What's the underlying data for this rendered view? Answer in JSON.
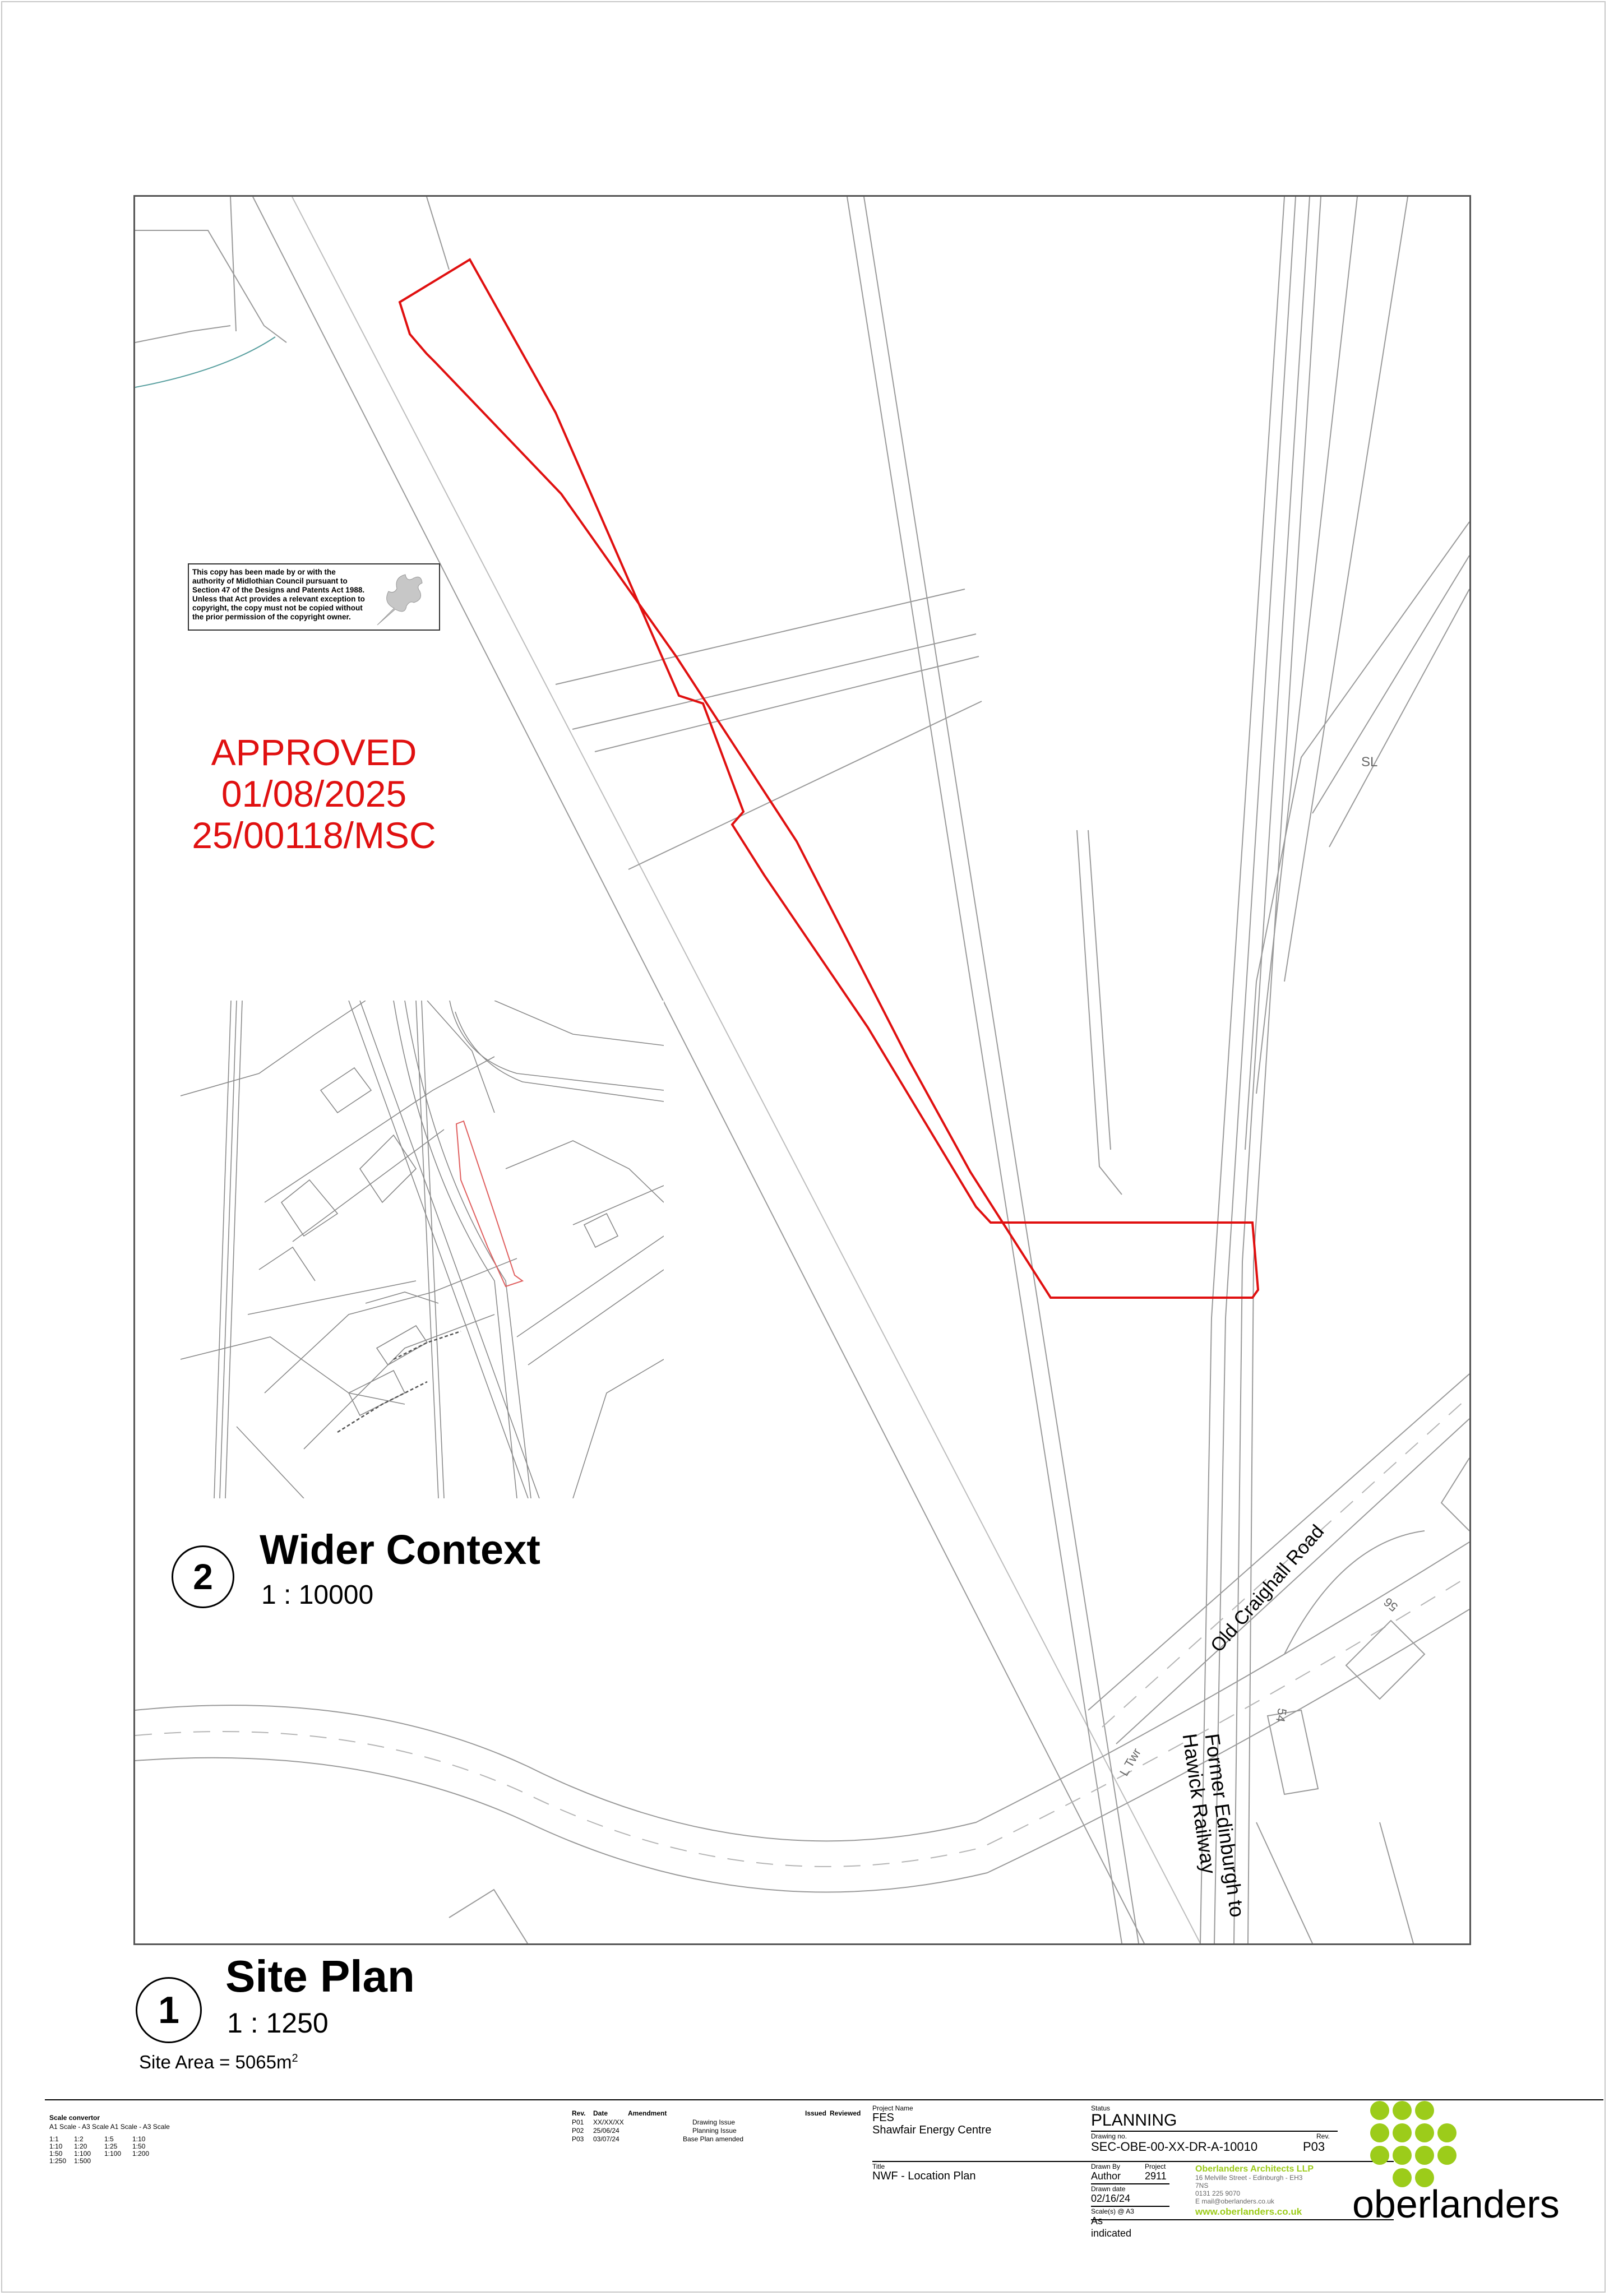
{
  "approval_stamp": {
    "line1": "APPROVED",
    "line2": "01/08/2025",
    "line3": "25/00118/MSC"
  },
  "copyright_notice": "This copy has been made by or with the authority of Midlothian Council pursuant to Section 47 of the Designs and Patents Act 1988. Unless that Act provides a relevant exception to copyright, the copy must not be copied without the prior permission of the copyright owner.",
  "map_labels": {
    "old_craighall_road": "Old Craighall Road",
    "former_railway_line1": "Former Edinburgh to",
    "former_railway_line2": "Hawick Railway",
    "sl": "SL",
    "lt_twr": "L Twr",
    "num_56": "56",
    "num_54": "54"
  },
  "views": [
    {
      "number": "2",
      "title": "Wider Context",
      "scale": "1 : 10000"
    },
    {
      "number": "1",
      "title": "Site Plan",
      "scale": "1 : 1250"
    }
  ],
  "site_area": {
    "label": "Site Area = 5065m",
    "unit_sup": "2"
  },
  "scale_convertor": {
    "title": "Scale convertor",
    "header": "A1 Scale - A3 Scale    A1 Scale - A3 Scale",
    "rows": [
      [
        "1:1",
        "1:2",
        "1:5",
        "1:10"
      ],
      [
        "1:10",
        "1:20",
        "1:25",
        "1:50"
      ],
      [
        "1:50",
        "1:100",
        "1:100",
        "1:200"
      ],
      [
        "1:250",
        "1:500",
        "",
        ""
      ]
    ]
  },
  "revisions": {
    "headers": {
      "rev": "Rev.",
      "date": "Date",
      "amendment": "Amendment",
      "issued": "Issued",
      "reviewed": "Reviewed"
    },
    "rows": [
      {
        "rev": "P01",
        "date": "XX/XX/XX",
        "amendment": "Drawing Issue"
      },
      {
        "rev": "P02",
        "date": "25/06/24",
        "amendment": "Planning Issue"
      },
      {
        "rev": "P03",
        "date": "03/07/24",
        "amendment": "Base Plan amended"
      }
    ]
  },
  "project": {
    "name_label": "Project Name",
    "name_line1": "FES",
    "name_line2": "Shawfair Energy Centre",
    "title_label": "Title",
    "title": "NWF - Location Plan"
  },
  "status": {
    "label": "Status",
    "value": "PLANNING",
    "drawing_no_label": "Drawing no.",
    "drawing_no": "SEC-OBE-00-XX-DR-A-10010",
    "rev_label": "Rev.",
    "rev": "P03",
    "drawn_by_label": "Drawn By",
    "drawn_by": "Author",
    "project_label": "Project",
    "project_no": "2911",
    "drawn_date_label": "Drawn date",
    "drawn_date": "02/16/24",
    "scale_label": "Scale(s) @ A3",
    "scale_line1": "As",
    "scale_line2": "indicated"
  },
  "company": {
    "name": "Oberlanders Architects LLP",
    "address1": "16 Melville Street - Edinburgh - EH3",
    "address2": "7NS",
    "phone": "0131 225 9070",
    "email": "E mail@oberlanders.co.uk",
    "website": "www.oberlanders.co.uk",
    "logo_word": "oberlanders"
  },
  "colors": {
    "boundary": "#e01010",
    "approved": "#e01010",
    "brand_green": "#9ccc1a"
  }
}
